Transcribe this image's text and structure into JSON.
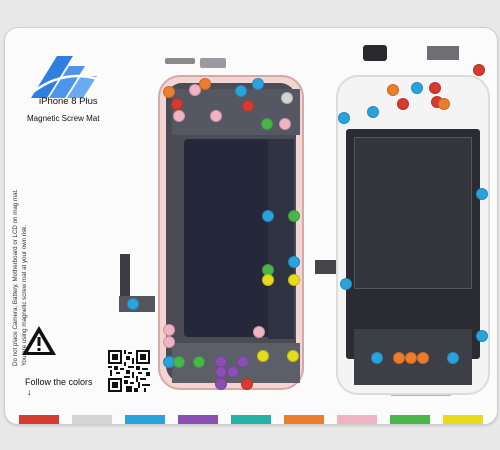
{
  "mat": {
    "title": "iPhone 8 Plus",
    "subtitle": "Magnetic Screw Mat",
    "warning_line1": "Do not place Camera, Battery, Motherboard or LCD on mag mat.",
    "warning_line2": "You are using magnetic screw mat at your own risk.",
    "follow_label": "Follow the colors",
    "arrow": "↓",
    "colors": [
      "#d63b2f",
      "#d4d4d4",
      "#2aa3dc",
      "#8a4fb3",
      "#26b3a7",
      "#ee7c2d",
      "#f0b3c4",
      "#49b64a",
      "#e6dc1c"
    ]
  }
}
